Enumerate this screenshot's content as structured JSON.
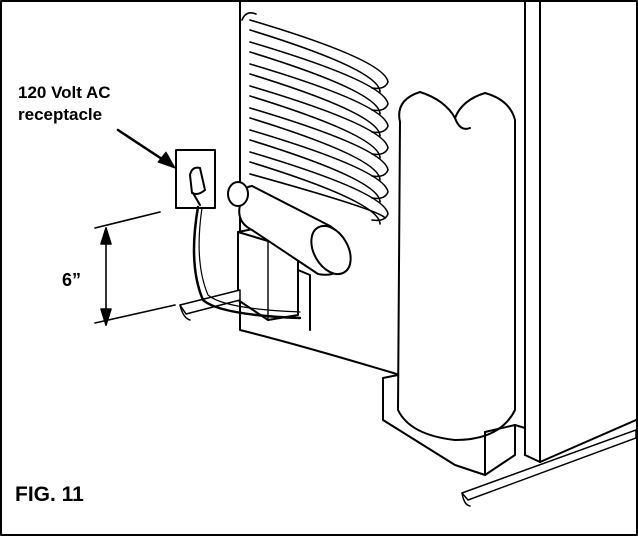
{
  "figure": {
    "callout_line1": "120 Volt AC",
    "callout_line2": "receptacle",
    "dimension": "6”",
    "caption": "FIG. 11"
  }
}
